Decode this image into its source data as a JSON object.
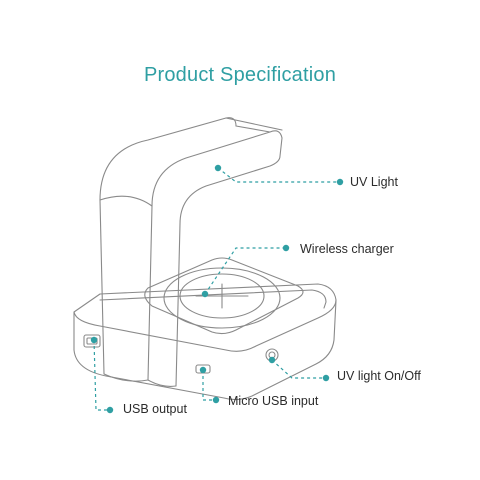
{
  "title": "Product Specification",
  "callouts": {
    "uv_light": "UV Light",
    "wireless_charger": "Wireless charger",
    "uv_switch": "UV light On/Off",
    "usb_output": "USB output",
    "micro_usb_input": "Micro USB input"
  },
  "colors": {
    "accent": "#2f9fa3",
    "outline": "#8a8a8a",
    "text": "#2b2b2b"
  }
}
